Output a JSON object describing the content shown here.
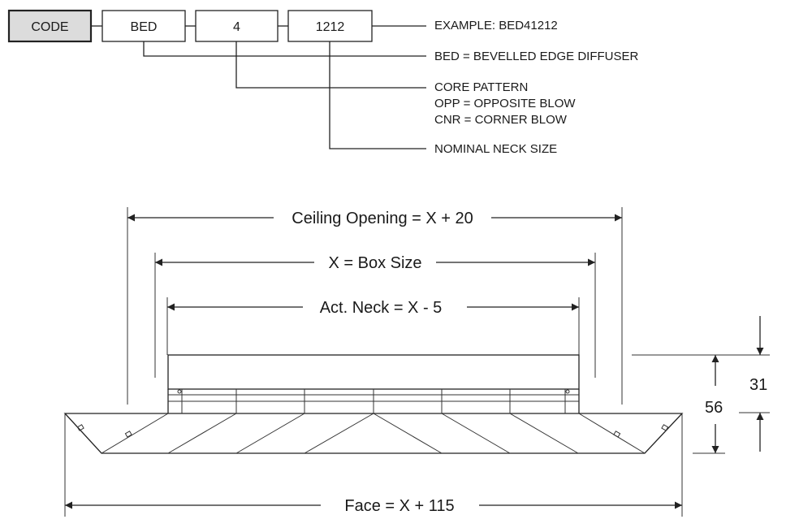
{
  "code_boxes": [
    "CODE",
    "BED",
    "4",
    "1212"
  ],
  "legend": {
    "example": "EXAMPLE: BED41212",
    "bed": "BED =  BEVELLED EDGE DIFFUSER",
    "core_title": "CORE PATTERN",
    "core_opp": "OPP = OPPOSITE BLOW",
    "core_cnr": "CNR = CORNER BLOW",
    "neck": "NOMINAL NECK SIZE"
  },
  "dimensions": {
    "ceiling_opening": "Ceiling Opening = X + 20",
    "box_size": "X = Box Size",
    "act_neck": "Act. Neck  = X - 5",
    "face": "Face = X + 115",
    "height_31": "31",
    "height_56": "56"
  },
  "colors": {
    "code_box_fill": "#dcdcdc",
    "line": "#222222"
  }
}
